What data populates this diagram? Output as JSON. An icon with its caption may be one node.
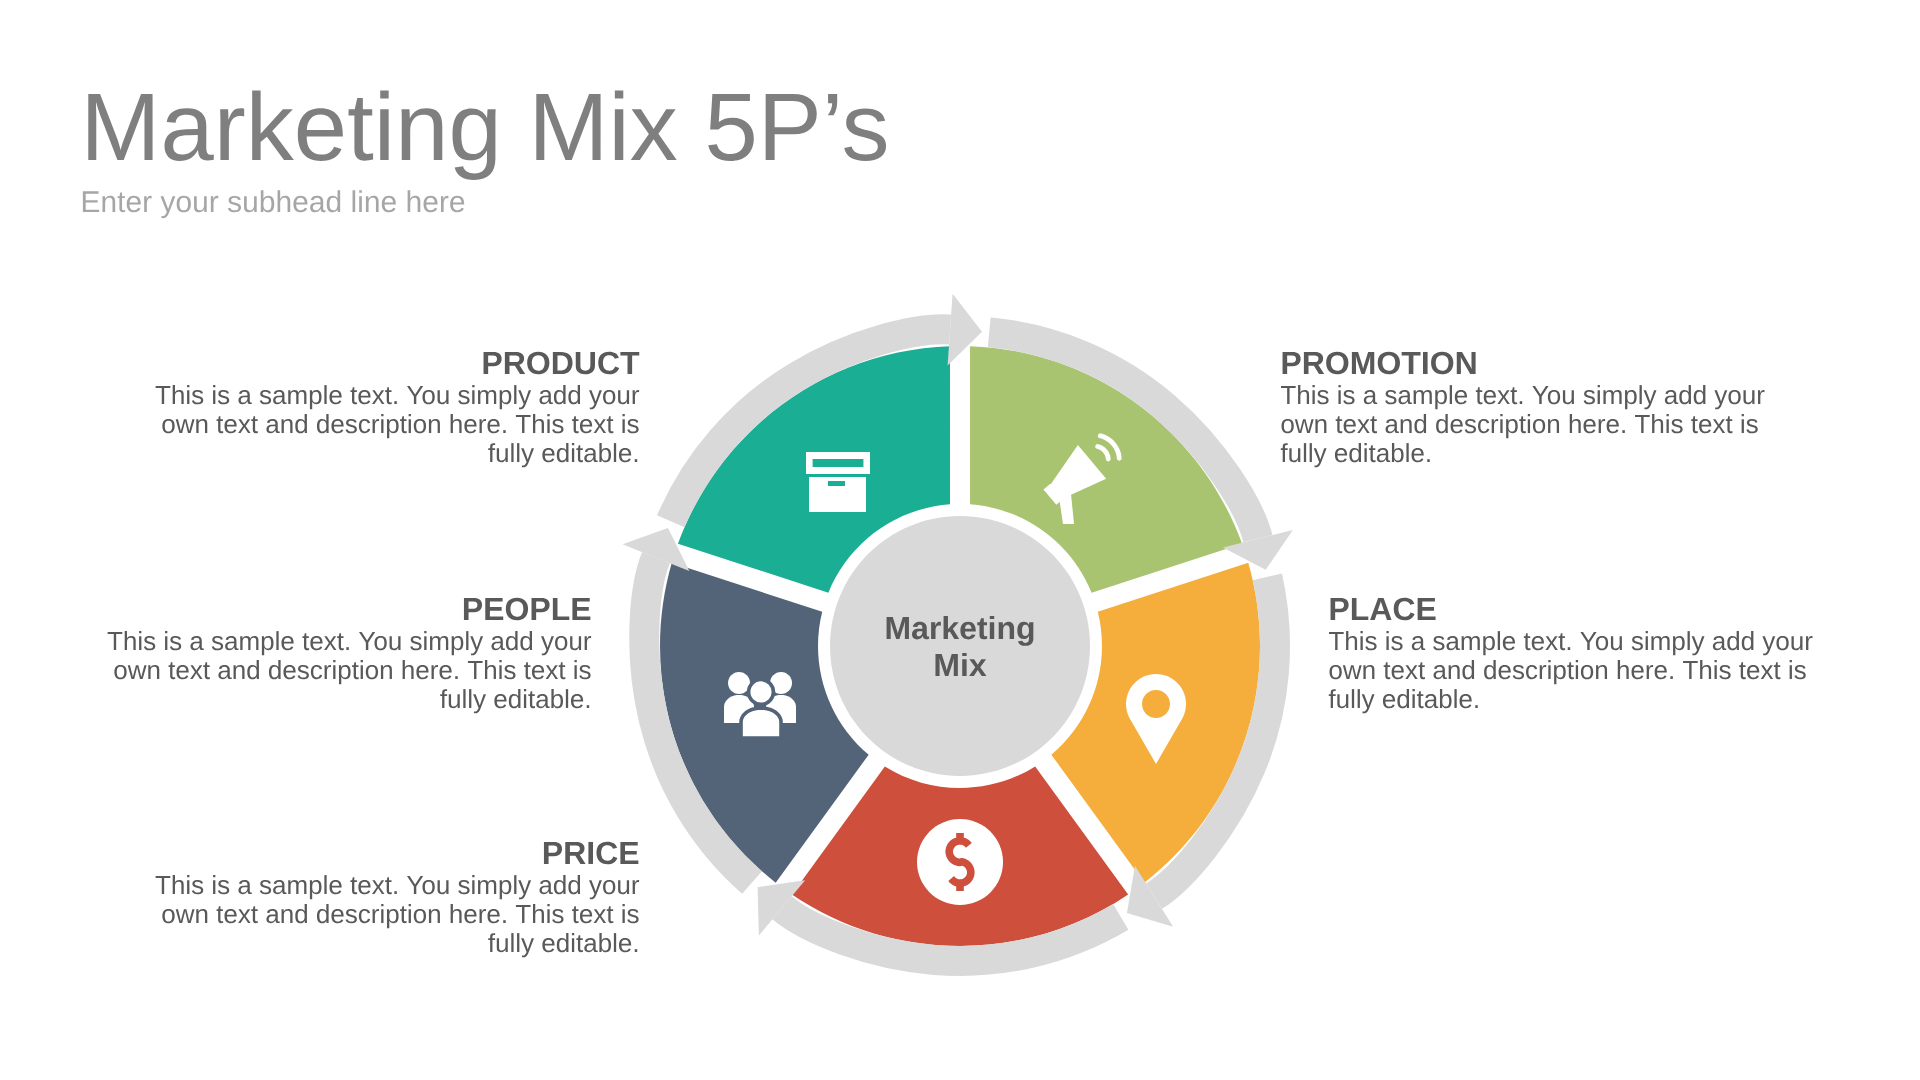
{
  "diagram": {
    "title": "Marketing Mix 5P’s",
    "nodes": [
      {
        "text": [
          "Marketing Mix"
        ]
      },
      {
        "text": [],
        "shape": "wedge",
        "beside": [
          "PRODUCT",
          "This is a sample text. You simply add your own text and description here. This text is fully editable."
        ]
      },
      {
        "text": [],
        "shape": "wedge",
        "beside": [
          "PROMOTION",
          "This is a sample text. You simply add your own text and description here. This text is fully editable."
        ]
      },
      {
        "text": [],
        "shape": "wedge",
        "beside": [
          "PLACE",
          "This is a sample text. You simply add your own text and description here. This text is fully editable."
        ]
      },
      {
        "text": [],
        "shape": "wedge",
        "beside": [
          "PRICE",
          "This is a sample text. You simply add your own text and description here. This text is fully editable."
        ]
      },
      {
        "text": [],
        "shape": "wedge",
        "beside": [
          "PEOPLE",
          "This is a sample text. You simply add your own text and description here. This text is fully editable."
        ]
      }
    ],
    "edges": [
      {
        "from": 1,
        "to": 2,
        "arrow": "to"
      },
      {
        "from": 2,
        "to": 3,
        "arrow": "to"
      },
      {
        "from": 3,
        "to": 4,
        "arrow": "to"
      },
      {
        "from": 4,
        "to": 5,
        "arrow": "to"
      },
      {
        "from": 5,
        "to": 1,
        "arrow": "to"
      }
    ],
    "labels": [
      "Enter your subhead line here"
    ]
  }
}
